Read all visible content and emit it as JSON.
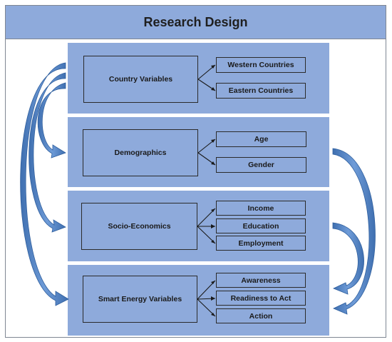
{
  "title": "Research Design",
  "colors": {
    "panel_fill": "#8eaadb",
    "arrow_fill": "#5b8fcf",
    "border": "#2b2b2b"
  },
  "sections": [
    {
      "label": "Country Variables",
      "items": [
        "Western Countries",
        "Eastern Countries"
      ]
    },
    {
      "label": "Demographics",
      "items": [
        "Age",
        "Gender"
      ]
    },
    {
      "label": "Socio-Economics",
      "items": [
        "Income",
        "Education",
        "Employment"
      ]
    },
    {
      "label": "Smart Energy Variables",
      "items": [
        "Awareness",
        "Readiness to Act",
        "Action"
      ]
    }
  ]
}
